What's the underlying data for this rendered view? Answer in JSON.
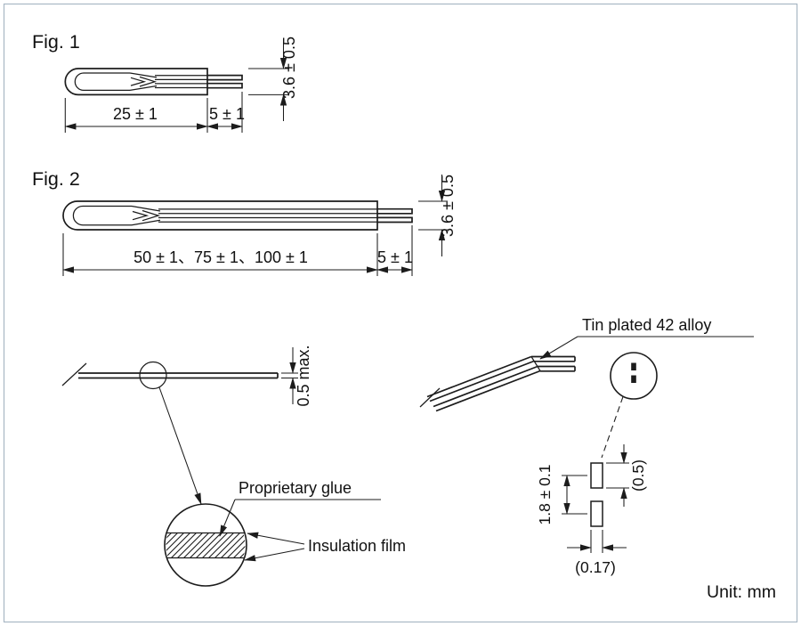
{
  "figure1": {
    "label": "Fig. 1",
    "length_dim": "25 ± 1",
    "lead_dim": "5 ± 1",
    "thickness_dim": "3.6 ± 0.5"
  },
  "figure2": {
    "label": "Fig. 2",
    "length_dim": "50 ± 1、75 ± 1、100 ± 1",
    "lead_dim": "5 ± 1",
    "thickness_dim": "3.6 ± 0.5"
  },
  "side_view": {
    "thickness_dim": "0.5 max."
  },
  "cross_section_detail": {
    "glue_label": "Proprietary glue",
    "film_label": "Insulation film"
  },
  "lead_detail": {
    "alloy_label": "Tin plated 42 alloy",
    "pitch_dim": "1.8 ± 0.1",
    "width_dim": "(0.5)",
    "thickness_dim": "(0.17)"
  },
  "unit_note": "Unit: mm",
  "colors": {
    "line": "#1c1c1c",
    "border": "#a9b7c4",
    "background": "#ffffff",
    "hatch": "#1c1c1c"
  }
}
